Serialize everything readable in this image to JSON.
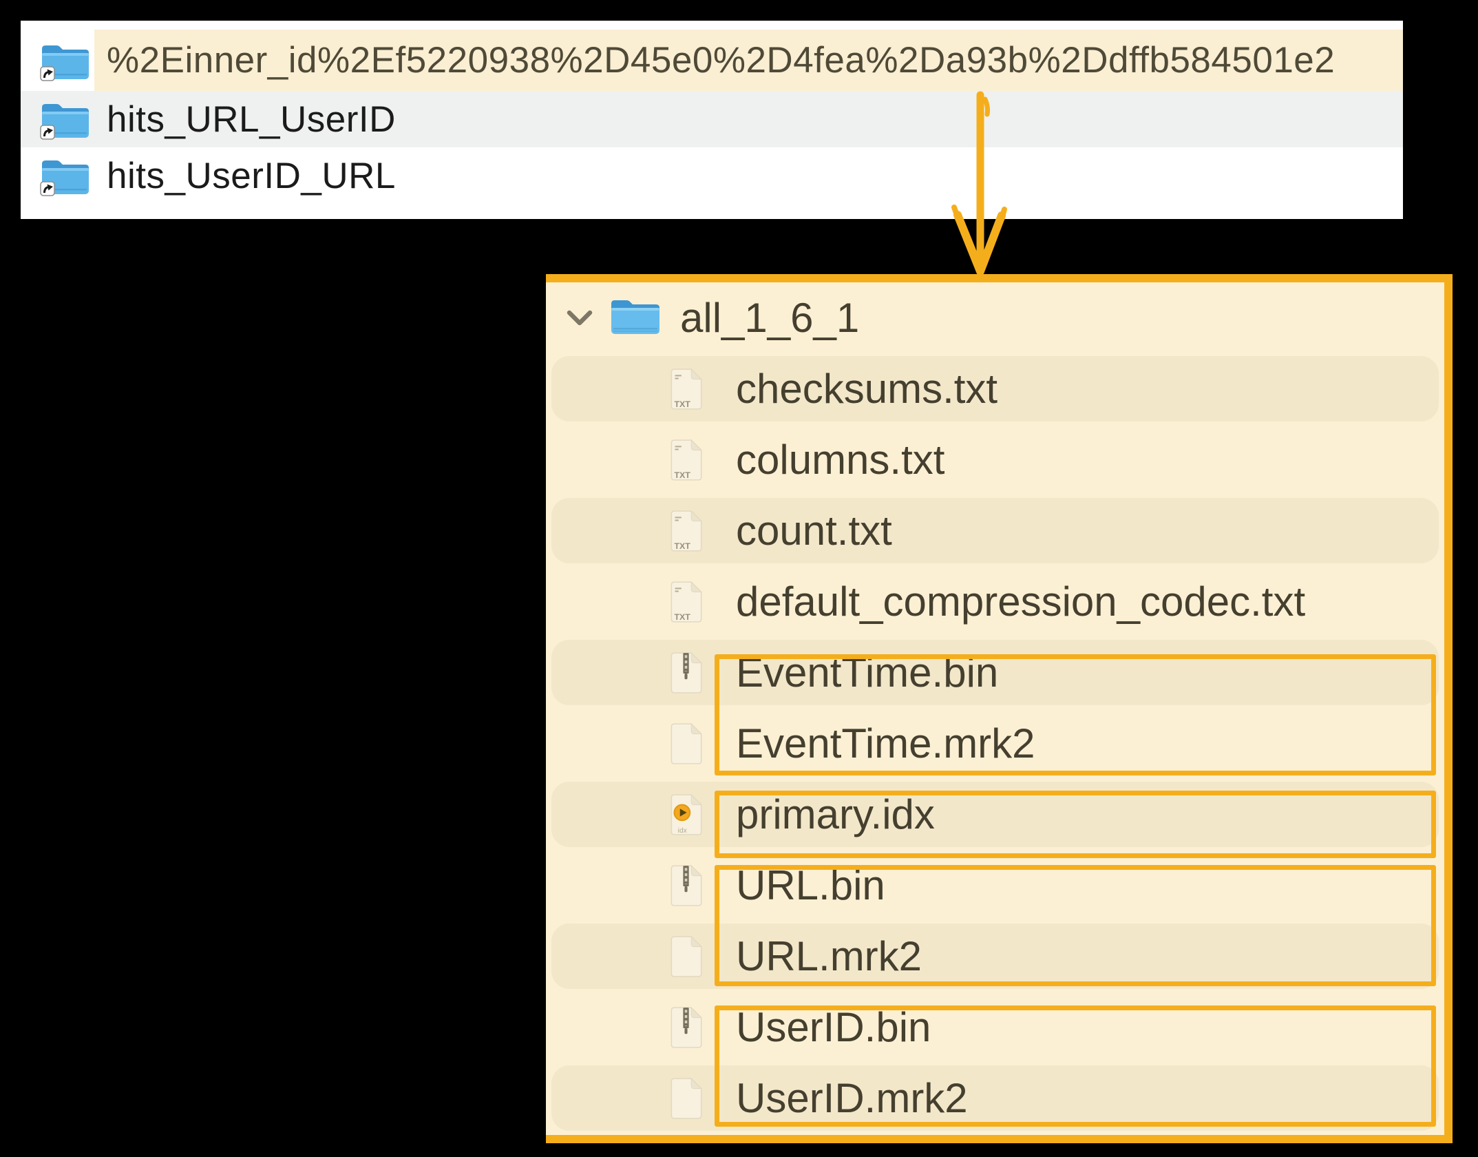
{
  "finder_list": {
    "items": [
      {
        "name": "%2Einner_id%2Ef5220938%2D45e0%2D4fea%2Da93b%2Ddffb584501e2",
        "icon": "folder-alias-icon",
        "highlighted": true
      },
      {
        "name": "hits_URL_UserID",
        "icon": "folder-alias-icon",
        "highlighted": false
      },
      {
        "name": "hits_UserID_URL",
        "icon": "folder-alias-icon",
        "highlighted": false
      }
    ]
  },
  "part_tree": {
    "root": {
      "name": "all_1_6_1",
      "icon": "folder-icon",
      "expanded": true
    },
    "files": [
      {
        "name": "checksums.txt",
        "icon": "txt-file-icon"
      },
      {
        "name": "columns.txt",
        "icon": "txt-file-icon"
      },
      {
        "name": "count.txt",
        "icon": "txt-file-icon"
      },
      {
        "name": "default_compression_codec.txt",
        "icon": "txt-file-icon"
      },
      {
        "name": "EventTime.bin",
        "icon": "bin-file-icon"
      },
      {
        "name": "EventTime.mrk2",
        "icon": "mrk2-file-icon"
      },
      {
        "name": "primary.idx",
        "icon": "idx-file-icon"
      },
      {
        "name": "URL.bin",
        "icon": "bin-file-icon"
      },
      {
        "name": "URL.mrk2",
        "icon": "mrk2-file-icon"
      },
      {
        "name": "UserID.bin",
        "icon": "bin-file-icon"
      },
      {
        "name": "UserID.mrk2",
        "icon": "mrk2-file-icon"
      }
    ]
  },
  "annotations": {
    "boxed_groups": [
      [
        "EventTime.bin",
        "EventTime.mrk2"
      ],
      [
        "primary.idx"
      ],
      [
        "URL.bin",
        "URL.mrk2"
      ],
      [
        "UserID.bin",
        "UserID.mrk2"
      ]
    ],
    "arrow_from": "%2Einner_id%2Ef5220938%2D45e0%2D4fea%2Da93b%2Ddffb584501e2",
    "arrow_to": "all_1_6_1"
  },
  "colors": {
    "accent_orange": "#F5AE1B",
    "selection_cream": "#FAEED3",
    "alt_row_gray": "#EFF1F0",
    "panel_cream": "#FCF0D4",
    "panel_stripe": "#F3E7CA",
    "finder_text": "#1B1B1B",
    "selected_text": "#4F4A37",
    "tree_text": "#453F2F",
    "folder_blue": "#57B2E8"
  }
}
